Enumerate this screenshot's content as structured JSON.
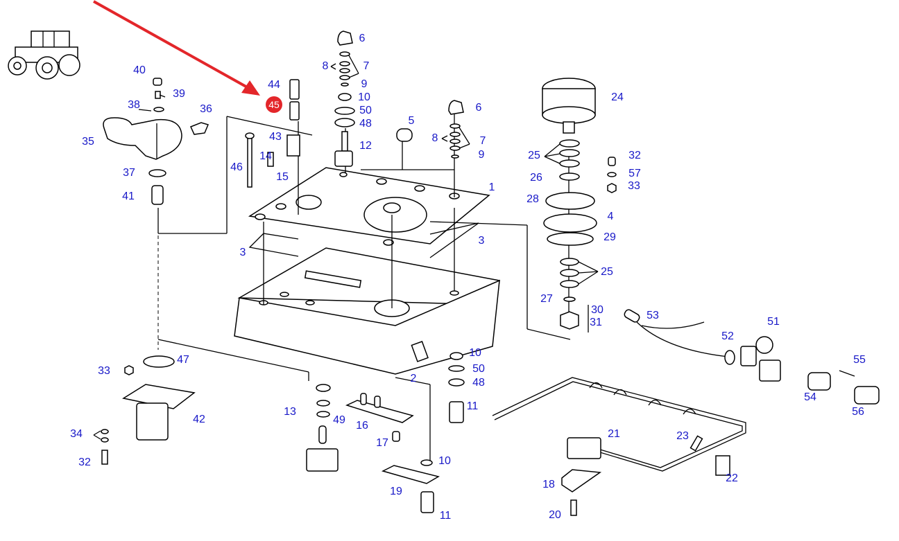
{
  "diagram": {
    "title": "Control console exploded parts diagram",
    "label_color": "#1818c8",
    "highlight_color": "#e3262a",
    "arrow_color": "#e3262a",
    "highlighted_part": "45",
    "thumbnail": "tractor-icon",
    "labels": [
      {
        "id": "l40",
        "text": "40"
      },
      {
        "id": "l39",
        "text": "39"
      },
      {
        "id": "l38",
        "text": "38"
      },
      {
        "id": "l36",
        "text": "36"
      },
      {
        "id": "l35",
        "text": "35"
      },
      {
        "id": "l37",
        "text": "37"
      },
      {
        "id": "l41",
        "text": "41"
      },
      {
        "id": "l44",
        "text": "44"
      },
      {
        "id": "l45",
        "text": "45"
      },
      {
        "id": "l43",
        "text": "43"
      },
      {
        "id": "l46",
        "text": "46"
      },
      {
        "id": "l14",
        "text": "14"
      },
      {
        "id": "l15",
        "text": "15"
      },
      {
        "id": "l6a",
        "text": "6"
      },
      {
        "id": "l8a",
        "text": "8"
      },
      {
        "id": "l7a",
        "text": "7"
      },
      {
        "id": "l9a",
        "text": "9"
      },
      {
        "id": "l10a",
        "text": "10"
      },
      {
        "id": "l50a",
        "text": "50"
      },
      {
        "id": "l48a",
        "text": "48"
      },
      {
        "id": "l12",
        "text": "12"
      },
      {
        "id": "l5",
        "text": "5"
      },
      {
        "id": "l6b",
        "text": "6"
      },
      {
        "id": "l8b",
        "text": "8"
      },
      {
        "id": "l7b",
        "text": "7"
      },
      {
        "id": "l9b",
        "text": "9"
      },
      {
        "id": "l1",
        "text": "1"
      },
      {
        "id": "l3a",
        "text": "3"
      },
      {
        "id": "l3b",
        "text": "3"
      },
      {
        "id": "l24",
        "text": "24"
      },
      {
        "id": "l25a",
        "text": "25"
      },
      {
        "id": "l26",
        "text": "26"
      },
      {
        "id": "l28",
        "text": "28"
      },
      {
        "id": "l32a",
        "text": "32"
      },
      {
        "id": "l57",
        "text": "57"
      },
      {
        "id": "l33a",
        "text": "33"
      },
      {
        "id": "l4",
        "text": "4"
      },
      {
        "id": "l29",
        "text": "29"
      },
      {
        "id": "l25b",
        "text": "25"
      },
      {
        "id": "l27",
        "text": "27"
      },
      {
        "id": "l30",
        "text": "30"
      },
      {
        "id": "l31",
        "text": "31"
      },
      {
        "id": "l53",
        "text": "53"
      },
      {
        "id": "l52",
        "text": "52"
      },
      {
        "id": "l51",
        "text": "51"
      },
      {
        "id": "l55",
        "text": "55"
      },
      {
        "id": "l54",
        "text": "54"
      },
      {
        "id": "l56",
        "text": "56"
      },
      {
        "id": "l2",
        "text": "2"
      },
      {
        "id": "l10b",
        "text": "10"
      },
      {
        "id": "l50b",
        "text": "50"
      },
      {
        "id": "l48b",
        "text": "48"
      },
      {
        "id": "l11a",
        "text": "11"
      },
      {
        "id": "l47",
        "text": "47"
      },
      {
        "id": "l33b",
        "text": "33"
      },
      {
        "id": "l42",
        "text": "42"
      },
      {
        "id": "l34",
        "text": "34"
      },
      {
        "id": "l32b",
        "text": "32"
      },
      {
        "id": "l13",
        "text": "13"
      },
      {
        "id": "l49",
        "text": "49"
      },
      {
        "id": "l16",
        "text": "16"
      },
      {
        "id": "l17",
        "text": "17"
      },
      {
        "id": "l10c",
        "text": "10"
      },
      {
        "id": "l19",
        "text": "19"
      },
      {
        "id": "l11b",
        "text": "11"
      },
      {
        "id": "l21",
        "text": "21"
      },
      {
        "id": "l23",
        "text": "23"
      },
      {
        "id": "l22",
        "text": "22"
      },
      {
        "id": "l18",
        "text": "18"
      },
      {
        "id": "l20",
        "text": "20"
      }
    ]
  }
}
